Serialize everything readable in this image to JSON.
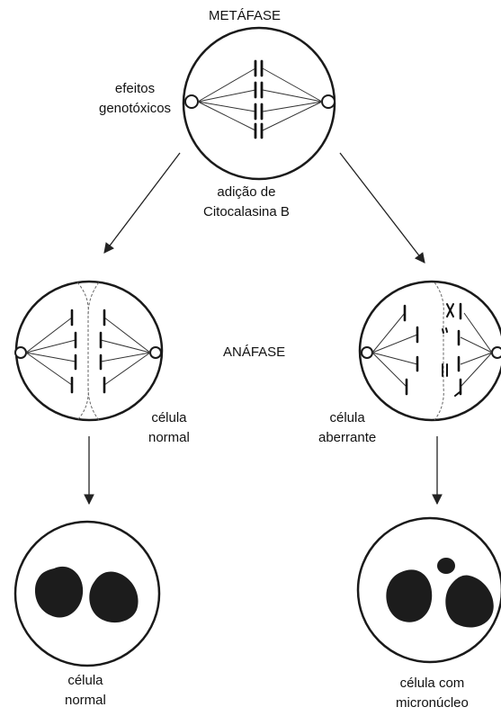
{
  "labels": {
    "metaphase": "METÁFASE",
    "genotoxic_effects": [
      "efeitos",
      "genotóxicos"
    ],
    "cytochalasin": [
      "adição de",
      "Citocalasina B"
    ],
    "anaphase": "ANÁFASE",
    "normal_cell_anaphase": [
      "célula",
      "normal"
    ],
    "aberrant_cell": [
      "célula",
      "aberrante"
    ],
    "normal_cell_final": [
      "célula",
      "normal"
    ],
    "micronucleus_cell": [
      "célula com",
      "micronúcleo"
    ]
  },
  "colors": {
    "ink": "#1a1a1a",
    "nucleus": "#1c1c1c",
    "background": "#ffffff"
  }
}
